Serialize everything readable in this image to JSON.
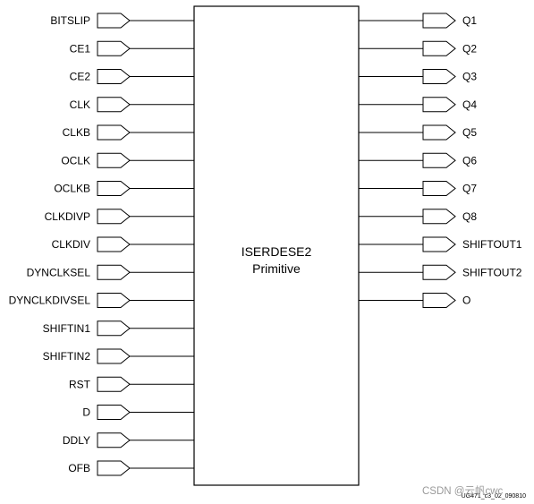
{
  "block": {
    "name": "ISERDESE2",
    "subtitle": "Primitive"
  },
  "inputs": [
    "BITSLIP",
    "CE1",
    "CE2",
    "CLK",
    "CLKB",
    "OCLK",
    "OCLKB",
    "CLKDIVP",
    "CLKDIV",
    "DYNCLKSEL",
    "DYNCLKDIVSEL",
    "SHIFTIN1",
    "SHIFTIN2",
    "RST",
    "D",
    "DDLY",
    "OFB"
  ],
  "outputs": [
    "Q1",
    "Q2",
    "Q3",
    "Q4",
    "Q5",
    "Q6",
    "Q7",
    "Q8",
    "SHIFTOUT1",
    "SHIFTOUT2",
    "O"
  ],
  "figure_id": "UG471_c3_02_090810",
  "watermark": "CSDN @云帆cwc"
}
